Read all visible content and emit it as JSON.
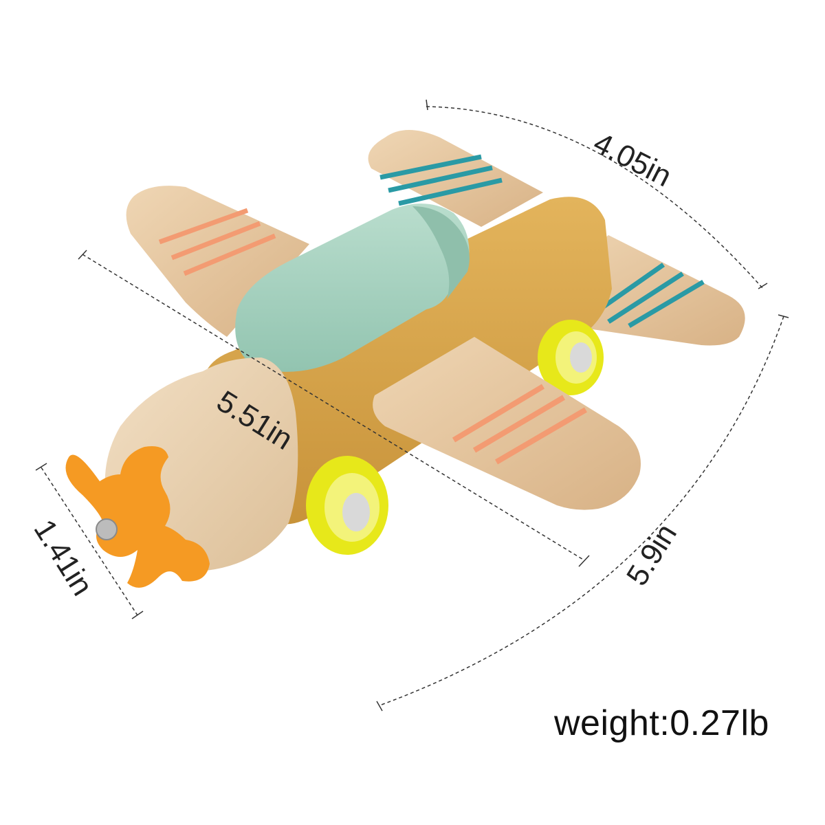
{
  "dimensions": {
    "wingspan": "4.05in",
    "body_length": "5.51in",
    "overall_length": "5.9in",
    "height": "1.41in"
  },
  "weight": "weight:0.27lb",
  "colors": {
    "wood": "#e3c39c",
    "fuselage": "#d9a748",
    "cockpit": "#a6d2c0",
    "stripe_orange": "#f39b72",
    "stripe_teal": "#2a9aa5",
    "wheel": "#e7e81a",
    "propeller": "#f59a23"
  }
}
